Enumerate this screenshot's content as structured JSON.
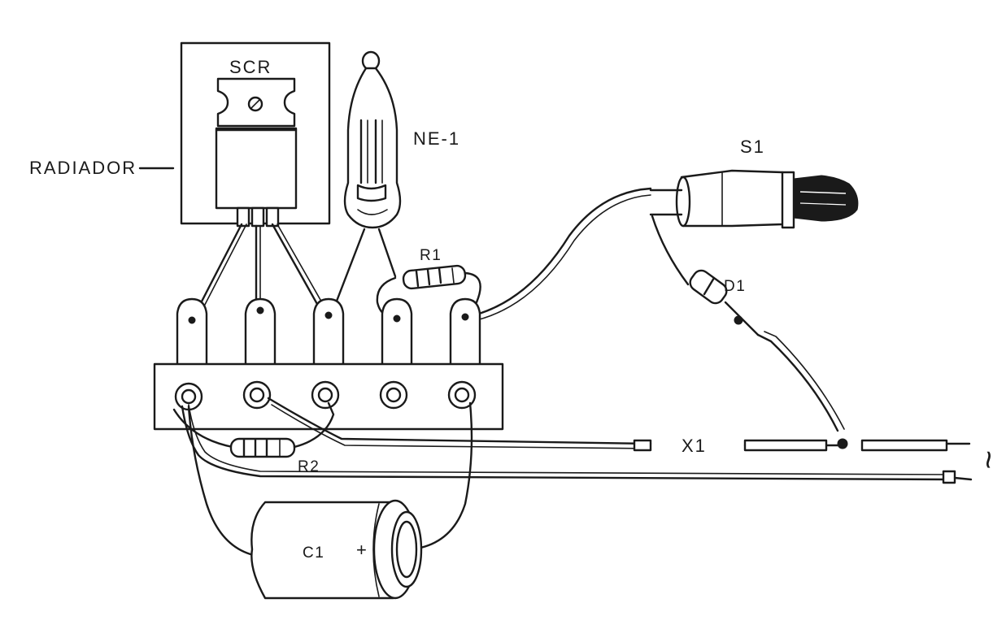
{
  "labels": {
    "radiador": "RADIADOR",
    "scr": "SCR",
    "ne1": "NE-1",
    "s1": "S1",
    "r1": "R1",
    "d1": "D1",
    "r2": "R2",
    "x1": "X1",
    "ac": "~",
    "c1": "C1",
    "plus": "+"
  }
}
